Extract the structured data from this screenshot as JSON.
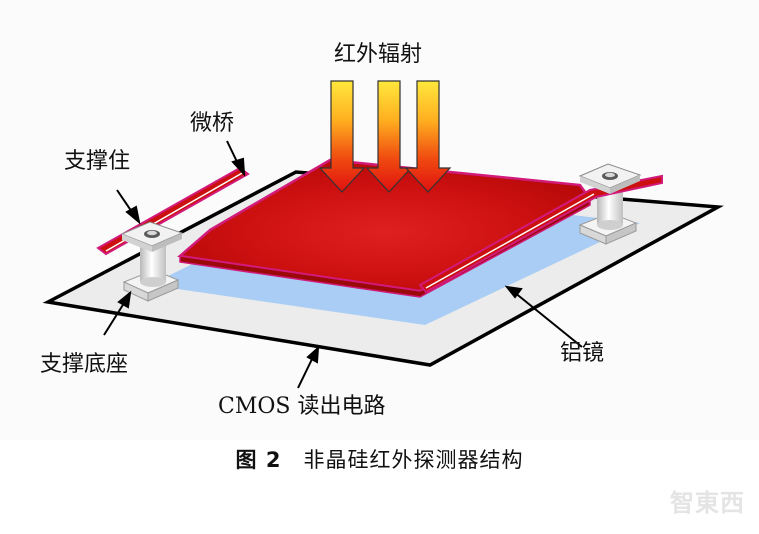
{
  "labels": {
    "radiation": "红外辐射",
    "microbridge": "微桥",
    "support_post": "支撑住",
    "support_base": "支撑底座",
    "readout_circuit": "CMOS 读出电路",
    "mirror": "铝镜"
  },
  "caption": {
    "figure_number": "图 2",
    "title": "非晶硅红外探测器结构"
  },
  "watermark": "智東西",
  "colors": {
    "membrane": "#cc1010",
    "membrane_edge": "#d11a7a",
    "mirror": "#a9cdf4",
    "substrate": "#ececec",
    "arrow_top": "#ffe03a",
    "arrow_bottom": "#e01010"
  }
}
